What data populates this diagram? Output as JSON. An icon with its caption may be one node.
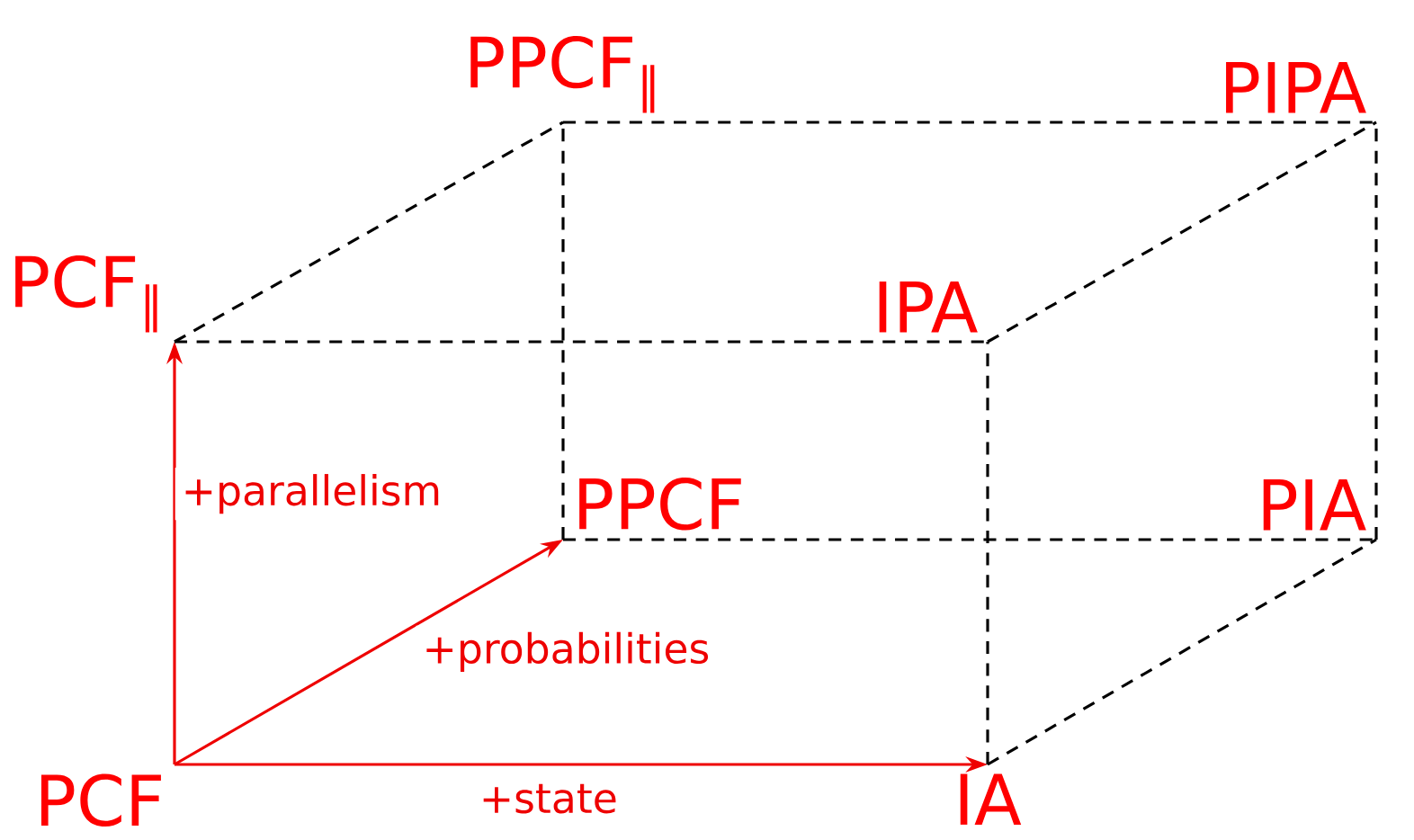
{
  "diagram": {
    "nodes": [
      {
        "text": [
          "PCF"
        ]
      },
      {
        "text": [
          "IA"
        ]
      },
      {
        "text": [
          "PPCF"
        ]
      },
      {
        "text": [
          "PIA"
        ]
      },
      {
        "text": [
          "PCF$_{∥}$"
        ]
      },
      {
        "text": [
          "IPA"
        ]
      },
      {
        "text": [
          "PPCF$_{∥}$"
        ]
      },
      {
        "text": [
          "PIPA"
        ]
      }
    ],
    "edges": [
      {
        "from": 0,
        "to": 1,
        "arrow": "to",
        "label": "+state",
        "color": "#ee0000"
      },
      {
        "from": 0,
        "to": 2,
        "arrow": "to",
        "label": "+probabilities",
        "color": "#ee0000"
      },
      {
        "from": 0,
        "to": 4,
        "arrow": "to",
        "label": "+parallelism",
        "color": "#ee0000"
      },
      {
        "from": 1,
        "to": 3,
        "arrow": "none",
        "style": "dashed"
      },
      {
        "from": 1,
        "to": 5,
        "arrow": "none",
        "style": "dashed"
      },
      {
        "from": 2,
        "to": 3,
        "arrow": "none",
        "style": "dashed"
      },
      {
        "from": 2,
        "to": 6,
        "arrow": "none",
        "style": "dashed"
      },
      {
        "from": 4,
        "to": 5,
        "arrow": "none",
        "style": "dashed"
      },
      {
        "from": 4,
        "to": 6,
        "arrow": "none",
        "style": "dashed"
      },
      {
        "from": 5,
        "to": 7,
        "arrow": "none",
        "style": "dashed"
      },
      {
        "from": 3,
        "to": 7,
        "arrow": "none",
        "style": "dashed"
      },
      {
        "from": 6,
        "to": 7,
        "arrow": "none",
        "style": "dashed"
      }
    ]
  }
}
